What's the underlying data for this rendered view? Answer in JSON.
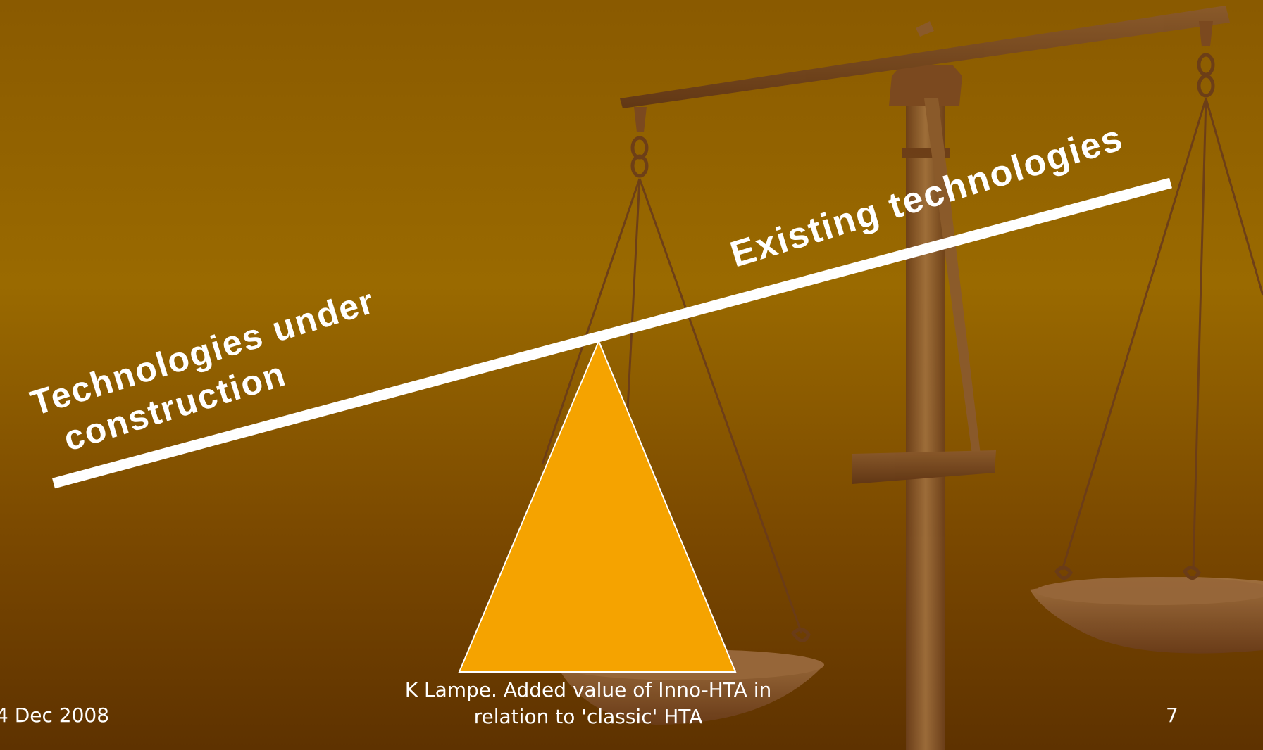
{
  "labels": {
    "left_line1": "Technologies under",
    "left_line2": "construction",
    "right": "Existing technologies"
  },
  "footer": {
    "date": "4 Dec 2008",
    "caption_line1": "K Lampe. Added value of Inno-HTA in",
    "caption_line2": "relation to 'classic' HTA",
    "page_number": "7"
  },
  "colors": {
    "background_top": "#8a5a00",
    "background_bottom": "#5e3200",
    "fulcrum": "#f5a300",
    "plank": "#ffffff",
    "scale_bronze": "#7a4a1e"
  }
}
